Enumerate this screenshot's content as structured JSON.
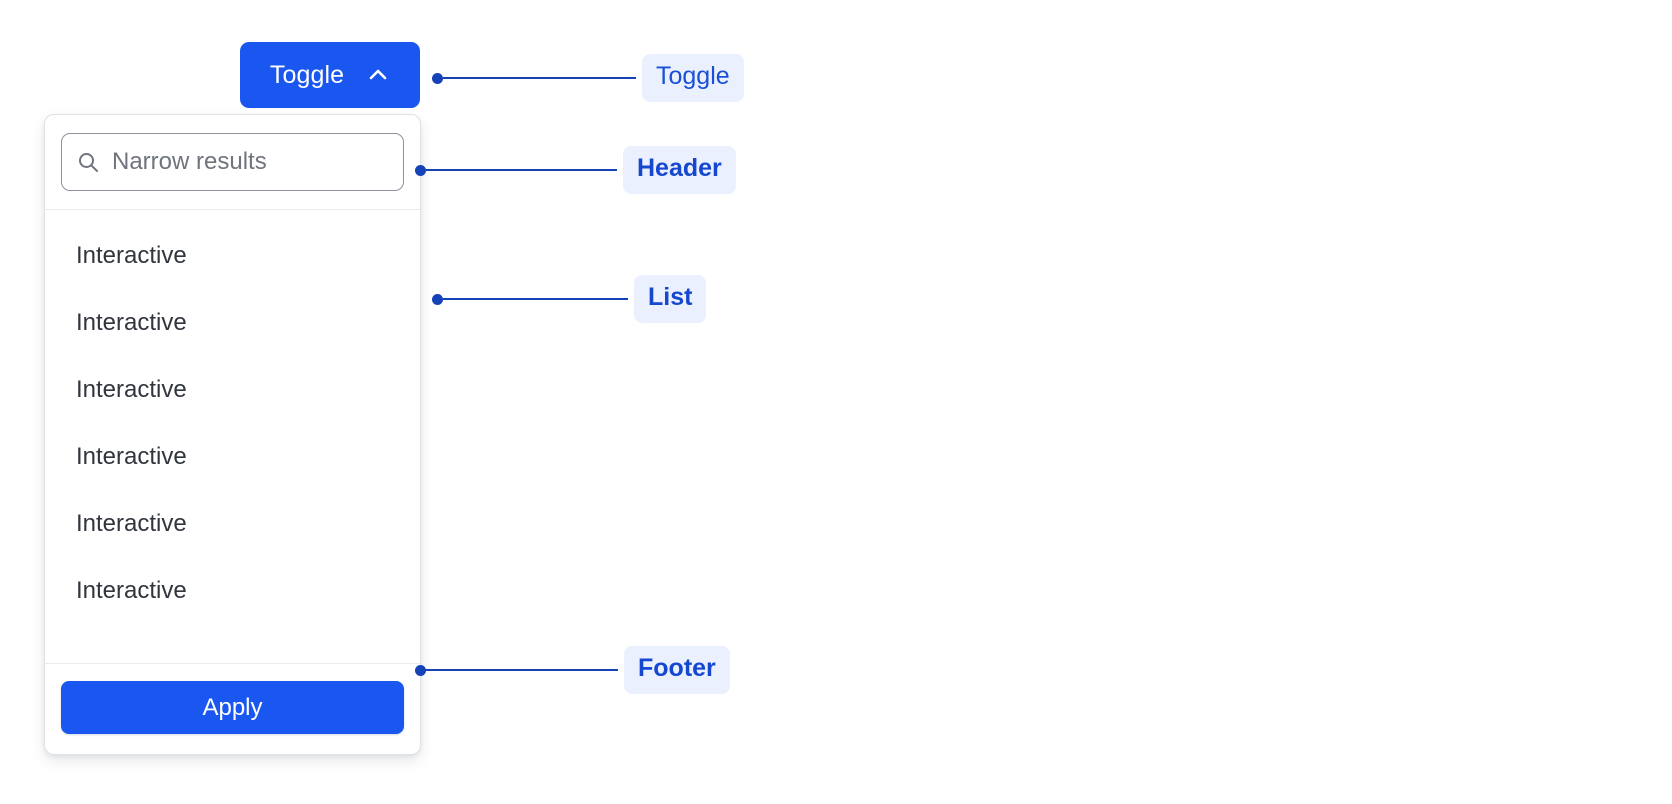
{
  "toggle": {
    "label": "Toggle",
    "icon": "chevron-up-icon",
    "background": "#1a56f0",
    "text_color": "#ffffff"
  },
  "dropdown": {
    "header": {
      "search": {
        "icon": "search-icon",
        "placeholder": "Narrow results",
        "value": ""
      }
    },
    "list": {
      "items": [
        {
          "label": "Interactive"
        },
        {
          "label": "Interactive"
        },
        {
          "label": "Interactive"
        },
        {
          "label": "Interactive"
        },
        {
          "label": "Interactive"
        },
        {
          "label": "Interactive"
        }
      ]
    },
    "footer": {
      "apply_label": "Apply",
      "apply_background": "#1a56f0"
    }
  },
  "annotations": [
    {
      "id": "toggle",
      "label": "Toggle",
      "emphasis": false
    },
    {
      "id": "header",
      "label": "Header",
      "emphasis": true
    },
    {
      "id": "list",
      "label": "List",
      "emphasis": true
    },
    {
      "id": "footer",
      "label": "Footer",
      "emphasis": true
    }
  ],
  "colors": {
    "accent": "#1a56f0",
    "annotation_line": "#1642b8",
    "annotation_chip_bg": "#eaf0fd",
    "annotation_chip_text": "#1a4fd6",
    "panel_border": "#dfe1e6",
    "list_text": "#31353d",
    "placeholder_text": "#6f747d"
  }
}
